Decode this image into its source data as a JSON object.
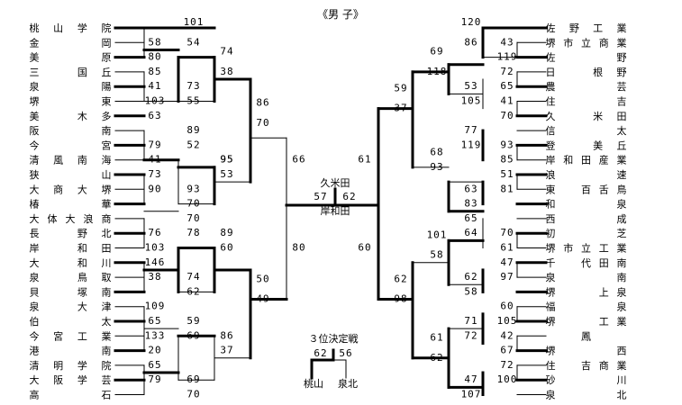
{
  "title": "《男 子》",
  "left_teams": [
    [
      "桃",
      "山",
      "学",
      "院"
    ],
    [
      "金",
      "",
      "",
      "岡"
    ],
    [
      "美",
      "",
      "",
      "原"
    ],
    [
      "三",
      "",
      "国",
      "丘"
    ],
    [
      "泉",
      "",
      "",
      "陽"
    ],
    [
      "堺",
      "",
      "",
      "東"
    ],
    [
      "美",
      "",
      "木",
      "多"
    ],
    [
      "阪",
      "",
      "",
      "南"
    ],
    [
      "今",
      "",
      "",
      "宮"
    ],
    [
      "清",
      "風",
      "南",
      "海"
    ],
    [
      "狭",
      "",
      "",
      "山"
    ],
    [
      "大",
      "商",
      "大",
      "堺"
    ],
    [
      "椿",
      "",
      "",
      "華"
    ],
    [
      "大",
      "体",
      "大",
      "浪",
      "商"
    ],
    [
      "長",
      "",
      "野",
      "北"
    ],
    [
      "岸",
      "",
      "和",
      "田"
    ],
    [
      "大",
      "",
      "和",
      "川"
    ],
    [
      "泉",
      "",
      "鳥",
      "取"
    ],
    [
      "貝",
      "",
      "塚",
      "南"
    ],
    [
      "泉",
      "",
      "大",
      "津"
    ],
    [
      "伯",
      "",
      "",
      "太"
    ],
    [
      "今",
      "宮",
      "工",
      "業"
    ],
    [
      "港",
      "",
      "",
      "南"
    ],
    [
      "清",
      "明",
      "学",
      "院"
    ],
    [
      "大",
      "阪",
      "学",
      "芸"
    ],
    [
      "高",
      "",
      "",
      "石"
    ]
  ],
  "right_teams": [
    [
      "佐",
      "野",
      "工",
      "業"
    ],
    [
      "堺",
      "市",
      "立",
      "商",
      "業"
    ],
    [
      "佐",
      "",
      "",
      "野"
    ],
    [
      "日",
      "",
      "根",
      "野"
    ],
    [
      "農",
      "",
      "",
      "芸"
    ],
    [
      "住",
      "",
      "",
      "吉"
    ],
    [
      "久",
      "",
      "米",
      "田"
    ],
    [
      "信",
      "",
      "",
      "太"
    ],
    [
      "登",
      "",
      "美",
      "丘"
    ],
    [
      "岸",
      "和",
      "田",
      "産",
      "業"
    ],
    [
      "浪",
      "",
      "",
      "速"
    ],
    [
      "東",
      "",
      "百",
      "舌",
      "鳥"
    ],
    [
      "和",
      "",
      "",
      "泉"
    ],
    [
      "西",
      "",
      "",
      "成"
    ],
    [
      "初",
      "",
      "",
      "芝"
    ],
    [
      "堺",
      "市",
      "立",
      "工",
      "業"
    ],
    [
      "千",
      "",
      "代",
      "田",
      "南"
    ],
    [
      "泉",
      "",
      "",
      "南"
    ],
    [
      "堺",
      "",
      "",
      "上",
      "泉"
    ],
    [
      "福",
      "",
      "",
      "泉"
    ],
    [
      "堺",
      "",
      "",
      "工",
      "業"
    ],
    [
      "",
      "",
      "鳳",
      "",
      ""
    ],
    [
      "堺",
      "",
      "",
      "",
      "西"
    ],
    [
      "住",
      "",
      "吉",
      "商",
      "業"
    ],
    [
      "砂",
      "",
      "",
      "",
      "川"
    ],
    [
      "泉",
      "",
      "",
      "",
      "北"
    ]
  ],
  "left_r1_scores": [
    "101",
    "54",
    "58",
    "80",
    "85",
    "73",
    "41",
    "55",
    "103",
    "63",
    "89",
    "52",
    "79",
    "41",
    "95",
    "73",
    "93",
    "90",
    "70",
    "70",
    "78",
    "76",
    "103",
    "146",
    "74",
    "38",
    "62",
    "109",
    "59",
    "65",
    "133",
    "69",
    "20",
    "65",
    "69",
    "79",
    "70"
  ],
  "left_r2_scores": [
    "74",
    "38",
    "95",
    "53",
    "89",
    "60",
    "86",
    "37"
  ],
  "left_r3_scores": [
    "86",
    "70",
    "50",
    "49"
  ],
  "left_r4_scores": [
    "66",
    "80"
  ],
  "right_r1_scores": [
    "120",
    "86",
    "43",
    "119",
    "72",
    "65",
    "53",
    "105",
    "41",
    "70",
    "77",
    "119",
    "93",
    "85",
    "51",
    "63",
    "81",
    "83",
    "65",
    "64",
    "70",
    "61",
    "47",
    "62",
    "97",
    "58",
    "60",
    "71",
    "105",
    "72",
    "42",
    "67",
    "72",
    "47",
    "100",
    "107"
  ],
  "right_r2_scores": [
    "69",
    "118",
    "68",
    "93",
    "101",
    "58",
    "61",
    "62"
  ],
  "right_r3_scores": [
    "59",
    "37",
    "62",
    "98"
  ],
  "right_r4_scores": [
    "61",
    "60"
  ],
  "final": {
    "left_name": "久米田",
    "right_name": "岸和田",
    "left_score": "57",
    "right_score": "62"
  },
  "third_place": {
    "title": "３位決定戦",
    "left_score": "62",
    "right_score": "56",
    "left_team": "桃山",
    "right_team": "泉北"
  }
}
